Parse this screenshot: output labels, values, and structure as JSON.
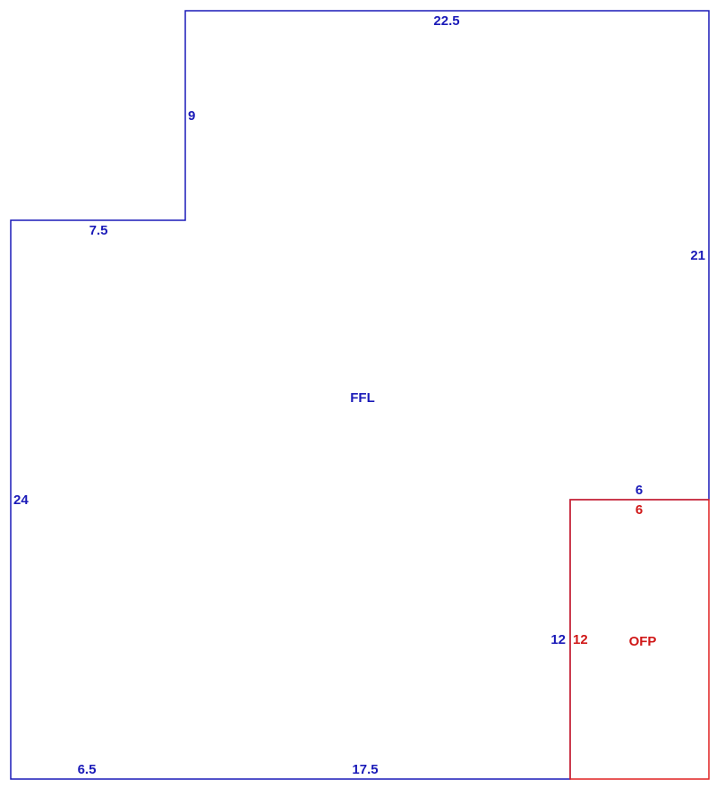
{
  "colors": {
    "main_outline": "#1a1ab8",
    "porch_outline": "#e02020",
    "main_text": "#1a1ab8",
    "porch_text": "#d01818",
    "background": "#ffffff"
  },
  "main_area": {
    "label": "FFL",
    "dimensions": {
      "top": "22.5",
      "upper_left_step": "9",
      "left_ledge": "7.5",
      "right": "21",
      "left": "24",
      "bottom_left": "6.5",
      "bottom_right": "17.5",
      "porch_top": "6",
      "porch_side": "12"
    }
  },
  "porch_area": {
    "label": "OFP",
    "dimensions": {
      "top": "6",
      "side": "12"
    }
  }
}
